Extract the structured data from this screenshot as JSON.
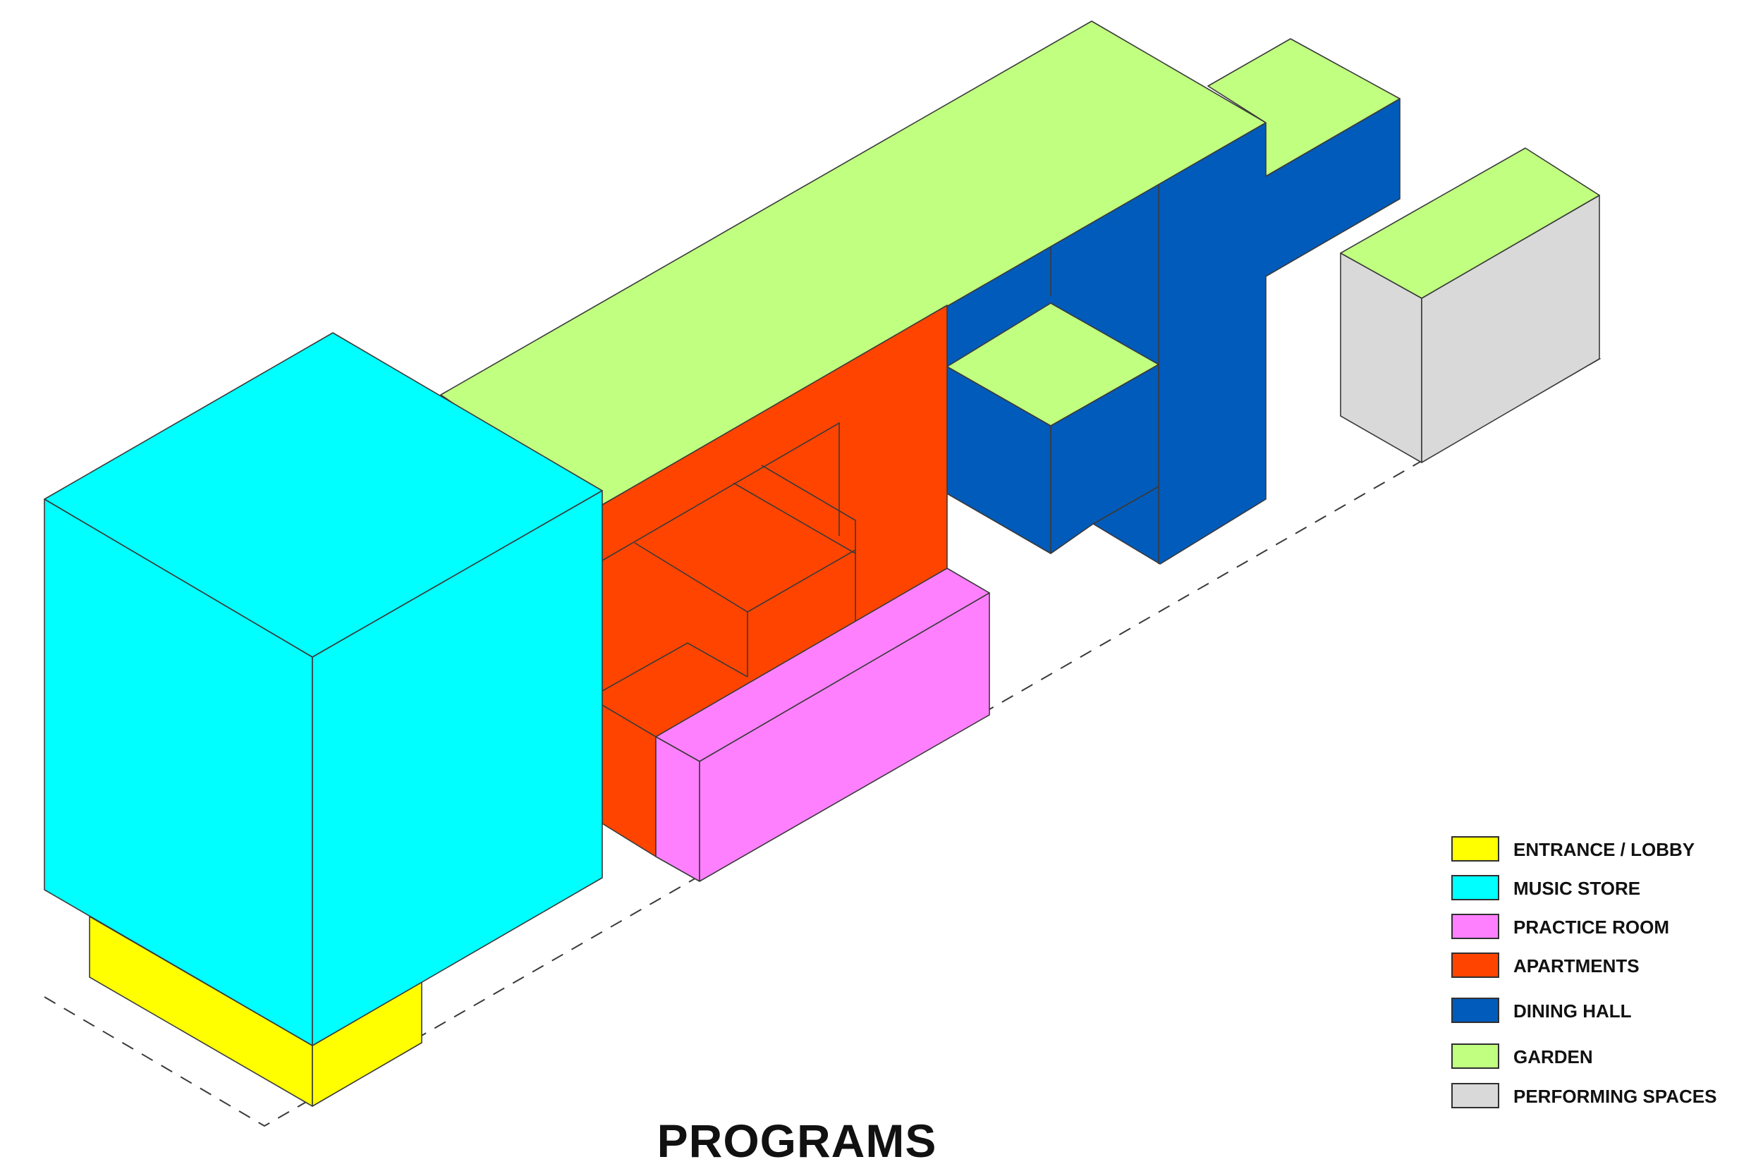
{
  "title": "PROGRAMS",
  "colors": {
    "entrance_lobby": "#FFFF00",
    "music_store": "#00FFFF",
    "practice_room": "#FF80FF",
    "apartments": "#FF4400",
    "dining_hall": "#005BBB",
    "garden": "#C0FF80",
    "performing_spaces": "#D9D9D9"
  },
  "legend": [
    {
      "key": "entrance_lobby",
      "label": "ENTRANCE / LOBBY",
      "color": "#FFFF00"
    },
    {
      "key": "music_store",
      "label": "MUSIC STORE",
      "color": "#00FFFF"
    },
    {
      "key": "practice_room",
      "label": "PRACTICE ROOM",
      "color": "#FF80FF"
    },
    {
      "key": "apartments",
      "label": "APARTMENTS",
      "color": "#FF4400"
    },
    {
      "key": "dining_hall",
      "label": "DINING HALL",
      "color": "#005BBB"
    },
    {
      "key": "garden",
      "label": "GARDEN",
      "color": "#C0FF80"
    },
    {
      "key": "performing_spaces",
      "label": "PERFORMING SPACES",
      "color": "#D9D9D9"
    }
  ]
}
